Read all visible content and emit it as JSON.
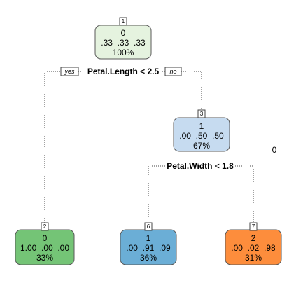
{
  "nodes": [
    {
      "id": "1",
      "class_label": "0",
      "probs": ".33  .33  .33",
      "percent": "100%",
      "fill": "#E5F3DF"
    },
    {
      "id": "3",
      "class_label": "1",
      "probs": ".00  .50  .50",
      "percent": "67%",
      "fill": "#C6DBF0"
    },
    {
      "id": "2",
      "class_label": "0",
      "probs": "1.00  .00  .00",
      "percent": "33%",
      "fill": "#74C476"
    },
    {
      "id": "6",
      "class_label": "1",
      "probs": ".00  .91  .09",
      "percent": "36%",
      "fill": "#6BAED6"
    },
    {
      "id": "7",
      "class_label": "2",
      "probs": ".00  .02  .98",
      "percent": "31%",
      "fill": "#FD8D3C"
    }
  ],
  "splits": {
    "root": "Petal.Length < 2.5",
    "right": "Petal.Width < 1.8"
  },
  "branch_labels": {
    "yes": "yes",
    "no": "no"
  },
  "stray_label": "0"
}
